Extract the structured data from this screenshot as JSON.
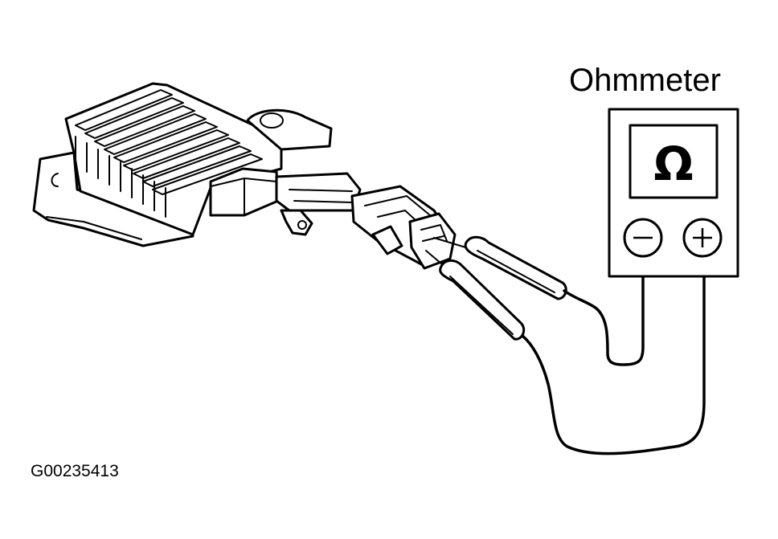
{
  "diagram": {
    "meter_label": "Ohmmeter",
    "meter_display_symbol": "Ω",
    "terminal_negative": "−",
    "terminal_positive": "+",
    "figure_code": "G00235413"
  },
  "colors": {
    "ink": "#000000",
    "paper": "#ffffff"
  }
}
